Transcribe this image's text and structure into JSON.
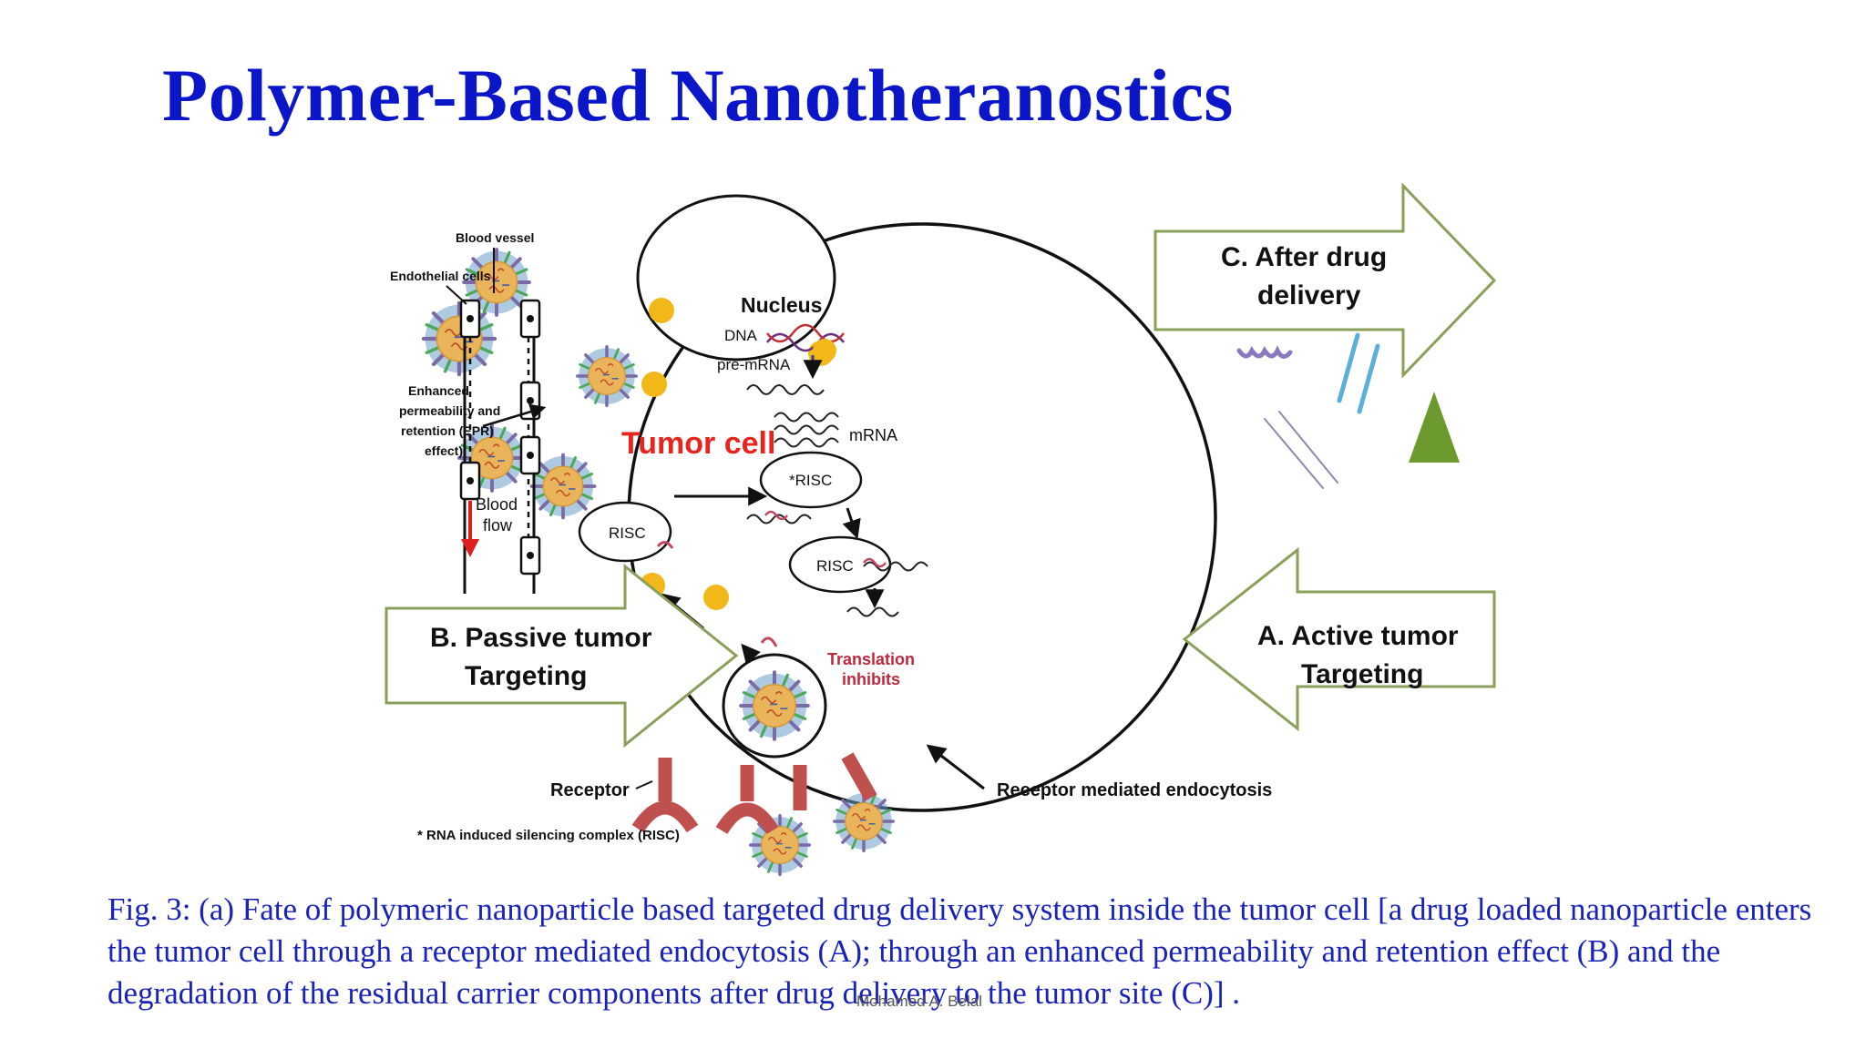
{
  "slide": {
    "title": "Polymer-Based Nanotheranostics",
    "footer": "Mohamed A. Belal",
    "caption": "Fig. 3: (a) Fate of polymeric nanoparticle  based targeted drug delivery system inside the tumor cell  [a drug loaded nanoparticle enters the tumor cell through a receptor mediated endocytosis (A); through an enhanced permeability and retention effect (B) and the degradation of the residual carrier components after drug delivery to the tumor site (C)] ."
  },
  "diagram": {
    "blood_vessel": "Blood vessel",
    "endothelial_cells": "Endothelial cells",
    "epr_line1": "Enhanced",
    "epr_line2": "permeability and",
    "epr_line3": "retention (EPR)",
    "epr_line4": "effect)",
    "blood_line1": "Blood",
    "blood_line2": "flow",
    "nucleus": "Nucleus",
    "dna": "DNA",
    "pre_mrna": "pre-mRNA",
    "mrna": "mRNA",
    "tumor_cell": "Tumor cell",
    "risc_star": "*RISC",
    "risc_left": "RISC",
    "risc_lower": "RISC",
    "translation_line1": "Translation",
    "translation_line2": "inhibits",
    "arrow_c_line1": "C. After drug",
    "arrow_c_line2": "delivery",
    "arrow_b_line1": "B. Passive tumor",
    "arrow_b_line2": "Targeting",
    "arrow_a_line1": "A. Active tumor",
    "arrow_a_line2": "Targeting",
    "receptor": "Receptor",
    "rme": "Receptor mediated endocytosis",
    "footnote": "* RNA induced silencing complex (RISC)"
  },
  "colors": {
    "title": "#0b16c8",
    "caption": "#1a23b8",
    "arrow_outline": "#8aa05a",
    "tumor_label": "#e8241c",
    "translation": "#c0283c",
    "receptor": "#c0504d",
    "particle_core": "#e9b45a",
    "gold_dot": "#f2b81a",
    "triangle": "#6c9a2e"
  }
}
